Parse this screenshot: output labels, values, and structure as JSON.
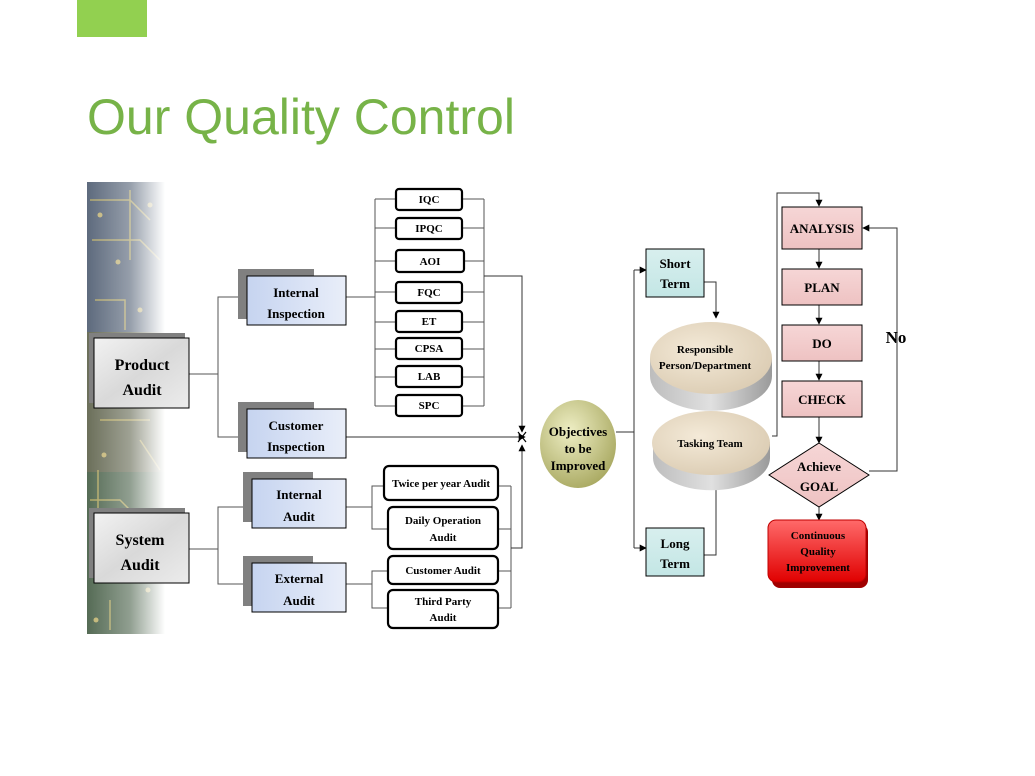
{
  "slide": {
    "title": "Our Quality Control",
    "accent_color": "#92d050",
    "title_color": "#77b348"
  },
  "diagram": {
    "audits": {
      "product": [
        "Product",
        "Audit"
      ],
      "system": [
        "System",
        "Audit"
      ]
    },
    "inspections": {
      "internal": [
        "Internal",
        "Inspection"
      ],
      "customer": [
        "Customer",
        "Inspection"
      ],
      "internal_audit": [
        "Internal",
        "Audit"
      ],
      "external_audit": [
        "External",
        "Audit"
      ]
    },
    "checks": [
      "IQC",
      "IPQC",
      "AOI",
      "FQC",
      "ET",
      "CPSA",
      "LAB",
      "SPC"
    ],
    "audit_types": {
      "twice_per_year": [
        "Twice per year Audit"
      ],
      "daily_operation": [
        "Daily Operation",
        "Audit"
      ],
      "customer": [
        "Customer Audit"
      ],
      "third_party": [
        "Third Party",
        "Audit"
      ]
    },
    "objectives": [
      "Objectives",
      "to be",
      "Improved"
    ],
    "terms": {
      "short": [
        "Short",
        "Term"
      ],
      "long": [
        "Long",
        "Term"
      ]
    },
    "discs": {
      "responsible": [
        "Responsible",
        "Person/Department"
      ],
      "tasking": [
        "Tasking Team"
      ]
    },
    "pdca": {
      "analysis": "ANALYSIS",
      "plan": "PLAN",
      "do": "DO",
      "check": "CHECK"
    },
    "decision": [
      "Achieve",
      "GOAL"
    ],
    "no_label": "No",
    "result": [
      "Continuous",
      "Quality",
      "Improvement"
    ]
  }
}
